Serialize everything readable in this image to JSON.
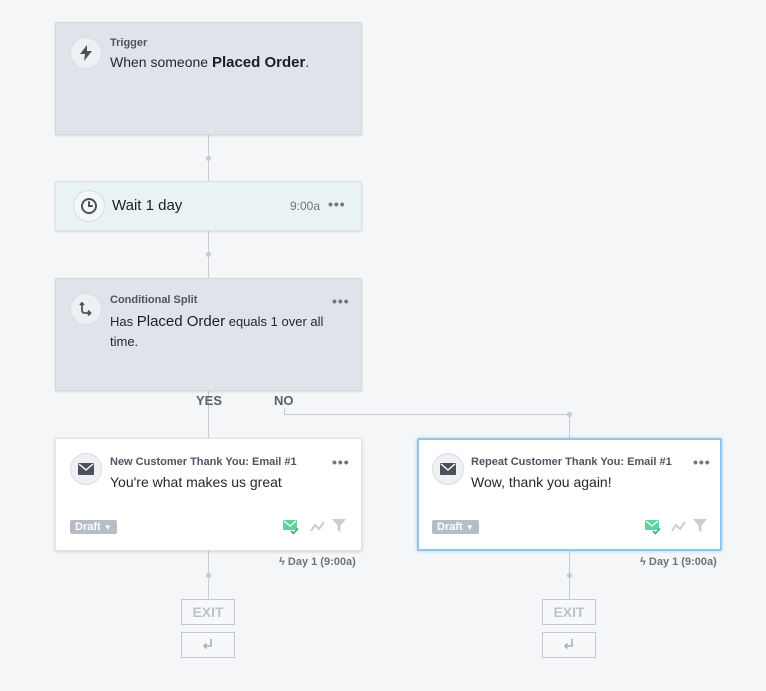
{
  "trigger": {
    "label": "Trigger",
    "prefix": "When someone ",
    "event": "Placed Order",
    "suffix": ".",
    "icon": "lightning-icon"
  },
  "wait": {
    "label": "Wait 1 day",
    "time": "9:00a",
    "icon": "clock-icon"
  },
  "split": {
    "label": "Conditional Split",
    "prefix": "Has ",
    "metric": "Placed Order",
    "rest": " equals 1 over all",
    "line2": "time.",
    "icon": "split-icon",
    "yes": "YES",
    "no": "NO"
  },
  "email_yes": {
    "title": "New Customer Thank You: Email #1",
    "subject": "You're what makes us great",
    "status": "Draft",
    "day": "Day 1 (9:00a)",
    "exit": "EXIT",
    "icon": "envelope-icon"
  },
  "email_no": {
    "title": "Repeat Customer Thank You: Email #1",
    "subject": "Wow, thank you again!",
    "status": "Draft",
    "day": "Day 1 (9:00a)",
    "exit": "EXIT",
    "icon": "envelope-icon"
  },
  "colors": {
    "background": "#f5f6f8",
    "card_gray": "#dfe3ea",
    "wait_card": "#eaf3f3",
    "selected_border": "#8cc8ea",
    "draft_badge": "#b6bdc7",
    "email_check_green": "#5dd39e"
  }
}
